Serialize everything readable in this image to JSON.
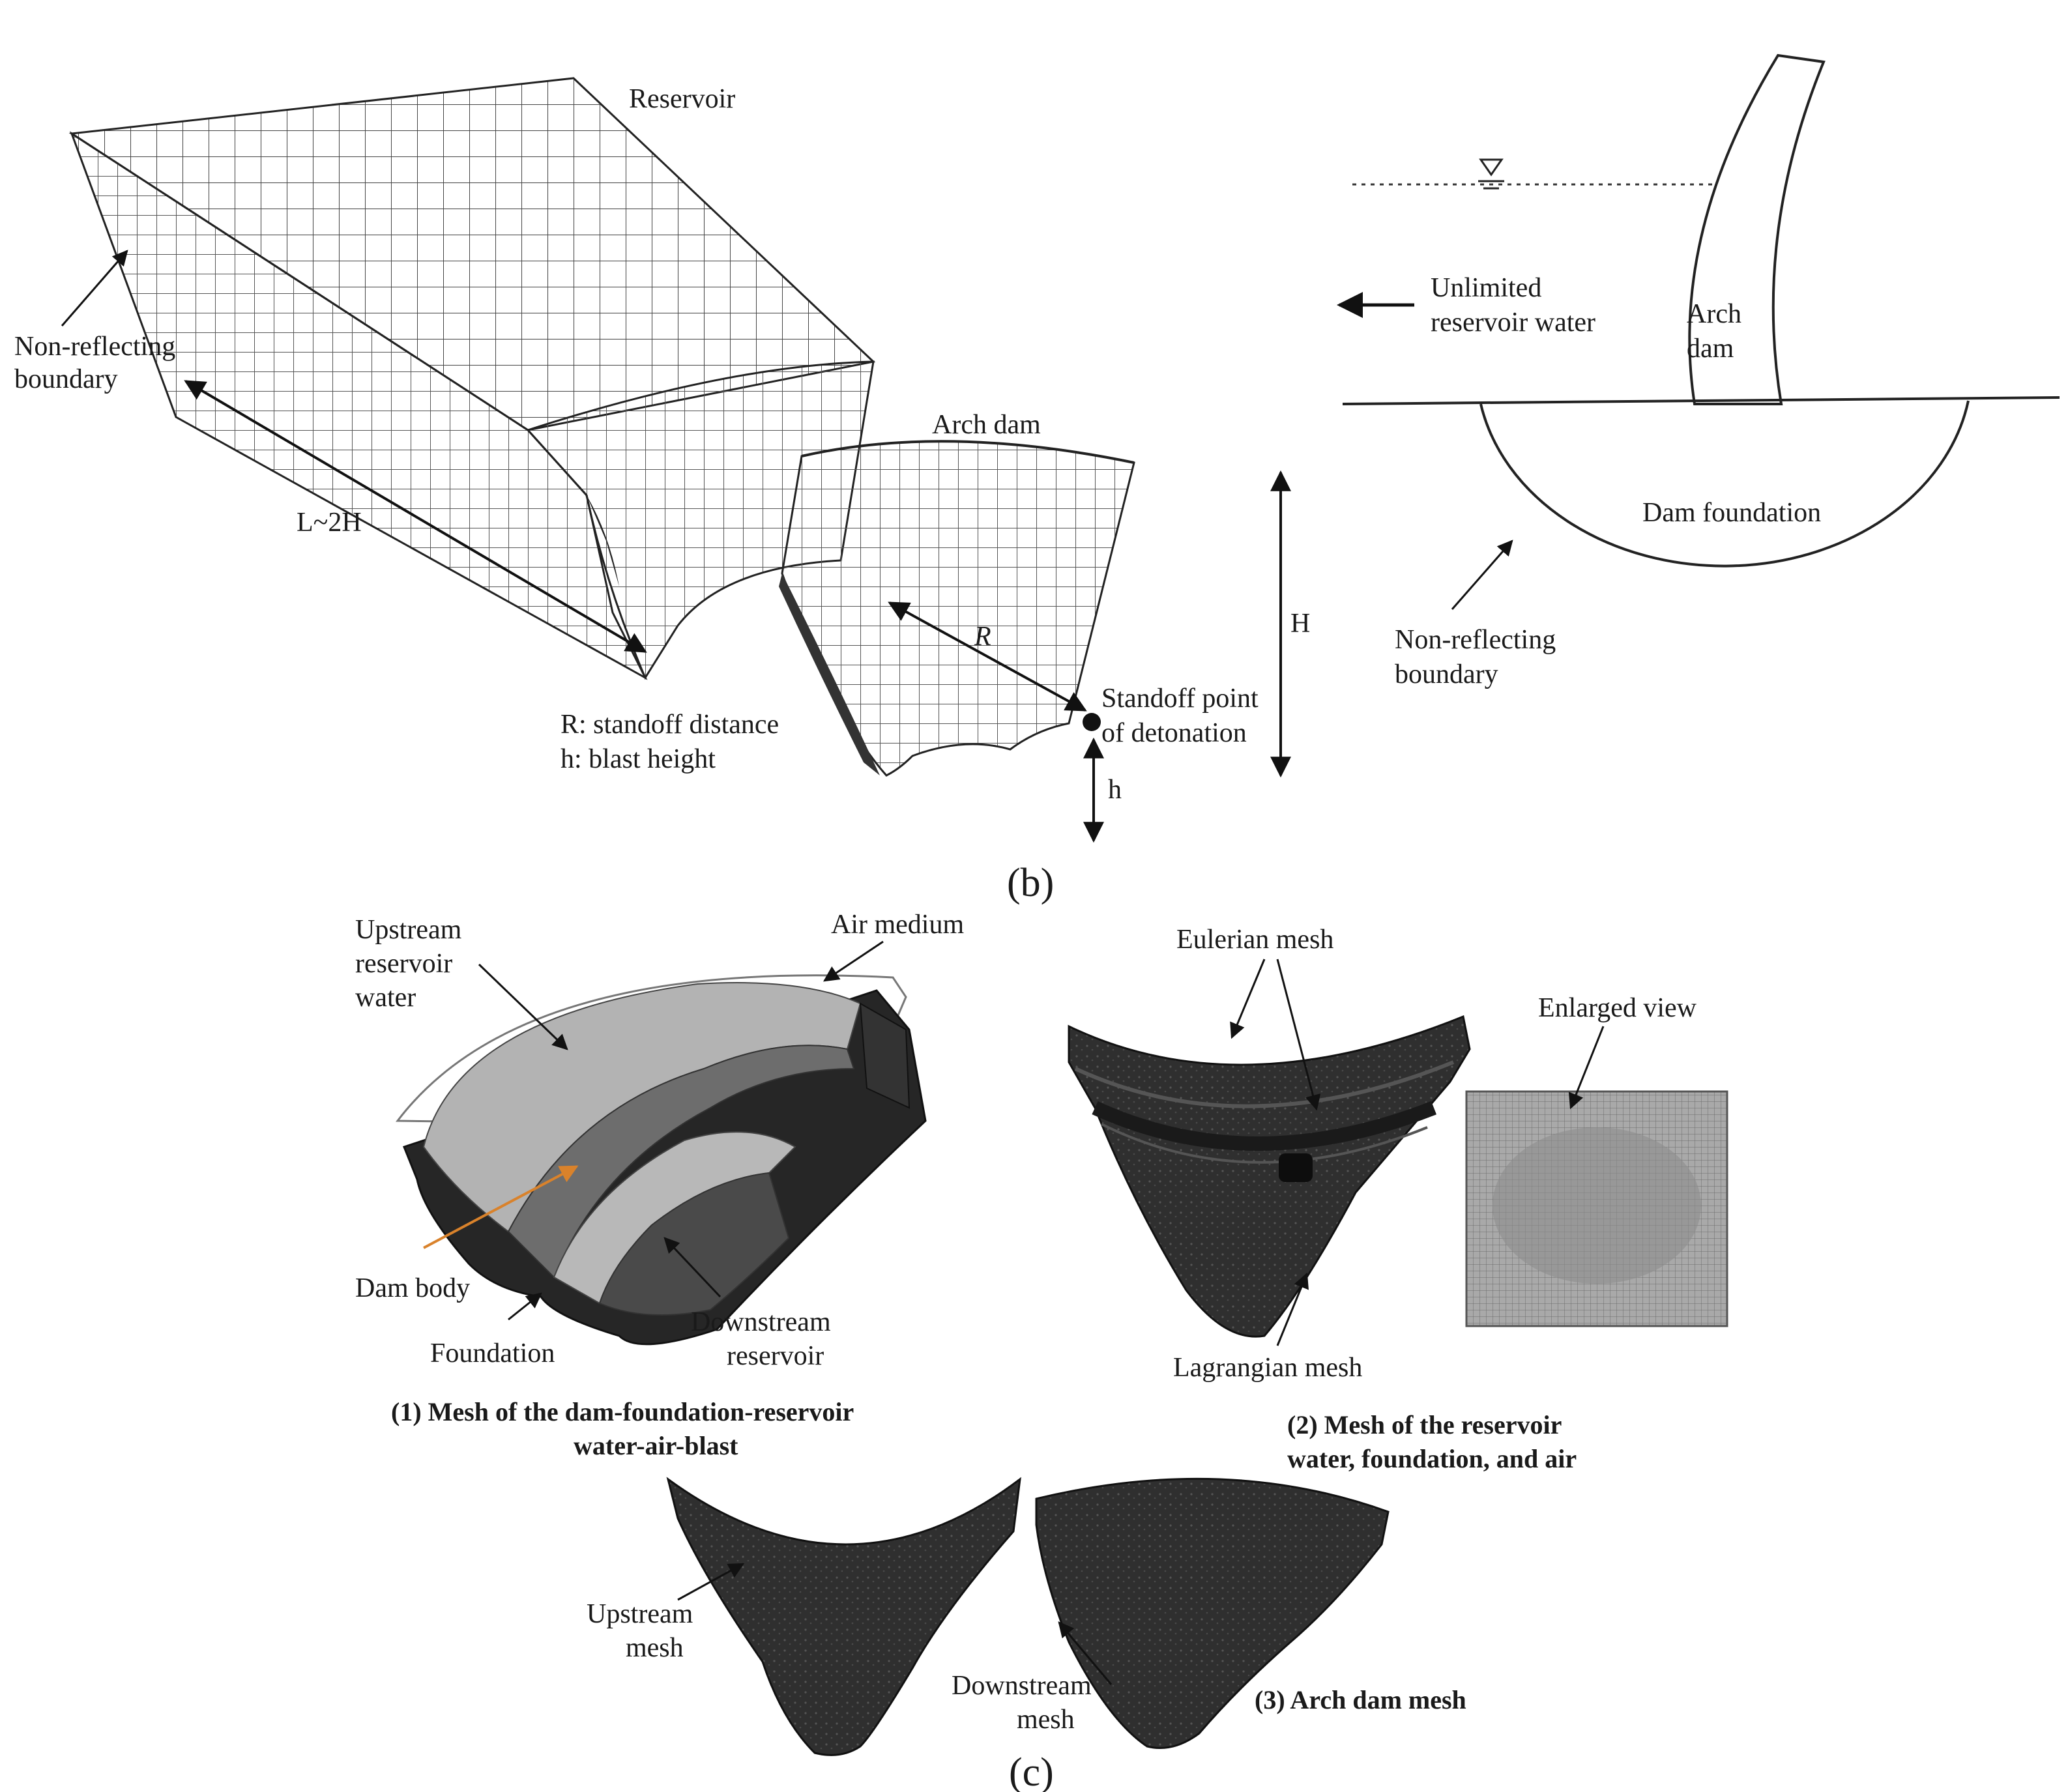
{
  "panel_b": {
    "tag": "(b)",
    "reservoir": "Reservoir",
    "non_reflecting_left": [
      "Non-reflecting",
      "boundary"
    ],
    "length": "L~2H",
    "arch_dam_mesh": "Arch dam",
    "radius_symbol": "R",
    "legend": [
      "R: standoff distance",
      "h: blast height"
    ],
    "standoff_point": [
      "Standoff point",
      "of detonation"
    ],
    "height_symbol": "H",
    "blast_height_symbol": "h",
    "unlimited_water": [
      "Unlimited",
      "reservoir water"
    ],
    "arch_dam_section": [
      "Arch",
      "dam"
    ],
    "dam_foundation": "Dam foundation",
    "non_reflecting_right": [
      "Non-reflecting",
      "boundary"
    ]
  },
  "panel_c": {
    "tag": "(c)",
    "upstream_water": [
      "Upstream",
      "reservoir",
      "water"
    ],
    "air_medium": "Air medium",
    "dam_body": "Dam body",
    "foundation": "Foundation",
    "downstream_reservoir": [
      "Downstream",
      "reservoir"
    ],
    "caption_1": [
      "(1) Mesh of the dam-foundation-reservoir",
      "water-air-blast"
    ],
    "eulerian": "Eulerian mesh",
    "enlarged": "Enlarged view",
    "lagrangian": "Lagrangian mesh",
    "caption_2": [
      "(2) Mesh of the reservoir",
      "water, foundation, and air"
    ],
    "upstream_mesh": [
      "Upstream",
      "mesh"
    ],
    "downstream_mesh": [
      "Downstream",
      "mesh"
    ],
    "caption_3": "(3) Arch dam mesh"
  }
}
